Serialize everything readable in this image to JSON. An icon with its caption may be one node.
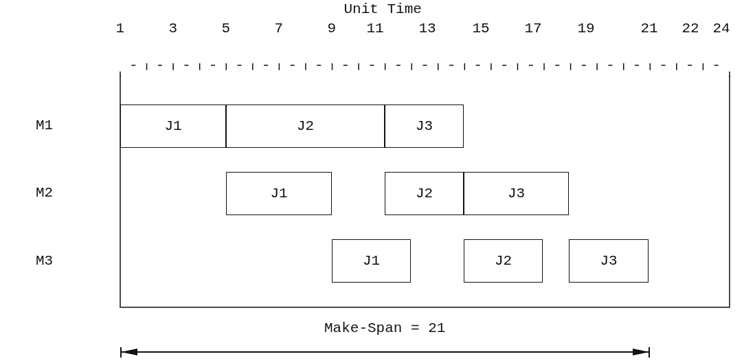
{
  "diagram": {
    "nodes": [
      {
        "text": [
          "J1"
        ]
      },
      {
        "text": [
          "J2"
        ]
      },
      {
        "text": [
          "J3"
        ]
      },
      {
        "text": [
          "J1"
        ]
      },
      {
        "text": [
          "J2"
        ]
      },
      {
        "text": [
          "J3"
        ]
      },
      {
        "text": [
          "J1"
        ]
      },
      {
        "text": [
          "J2"
        ]
      },
      {
        "text": [
          "J3"
        ]
      }
    ],
    "labels": [
      "Unit Time",
      "1",
      "3",
      "5",
      "7",
      "9",
      "11",
      "13",
      "15",
      "17",
      "19",
      "21",
      "22",
      "24",
      "M1",
      "M2",
      "M3",
      "Make-Span = 21"
    ]
  }
}
